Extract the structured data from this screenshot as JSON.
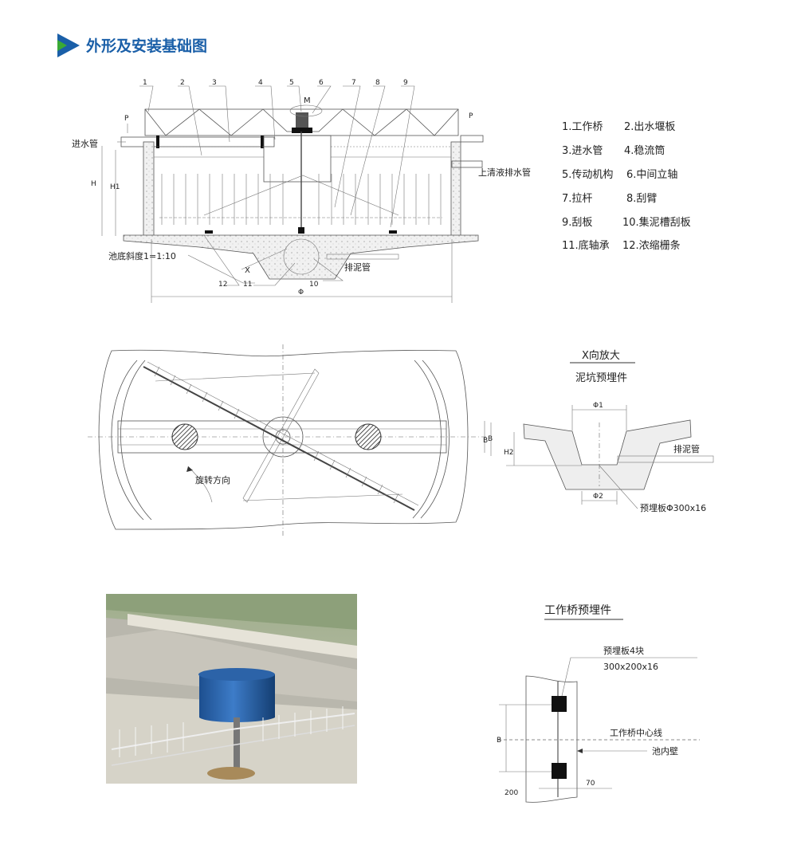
{
  "header": {
    "title": "外形及安装基础图",
    "icon": "play-arrow-icon",
    "accent": "#1a5fa8",
    "accent2": "#3aaa35"
  },
  "elevation": {
    "callouts": [
      "1",
      "2",
      "3",
      "4",
      "5",
      "6",
      "7",
      "8",
      "9",
      "10",
      "11",
      "12"
    ],
    "motor_label": "M",
    "p_left": "P",
    "p_right": "P",
    "inlet": "进水管",
    "outlet": "上清液排水管",
    "H": "H",
    "H1": "H1",
    "slope": "池底斜度1=1:10",
    "x_mark": "X",
    "sludge_pipe": "排泥管",
    "diameter": "Φ"
  },
  "legend": [
    [
      "1.工作桥",
      "2.出水堰板"
    ],
    [
      "3.进水管",
      "4.稳流筒"
    ],
    [
      "5.传动机构",
      "6.中间立轴"
    ],
    [
      "7.拉杆",
      "8.刮臂"
    ],
    [
      "9.刮板",
      "10.集泥槽刮板"
    ],
    [
      "11.底轴承",
      "12.浓缩栅条"
    ]
  ],
  "plan": {
    "rotation": "旋转方向",
    "B": "B"
  },
  "x_detail": {
    "title": "X向放大",
    "subtitle": "泥坑预埋件",
    "phi1": "Φ1",
    "phi2": "Φ2",
    "B": "B",
    "H2": "H2",
    "sludge_pipe": "排泥管",
    "plate": "预埋板Φ300x16"
  },
  "bridge_embed": {
    "title": "工作桥预埋件",
    "plate": "预埋板4块",
    "plate_size": "300x200x16",
    "centerline": "工作桥中心线",
    "wall": "池内壁",
    "B": "B",
    "dim_200": "200",
    "dim_70": "70"
  }
}
